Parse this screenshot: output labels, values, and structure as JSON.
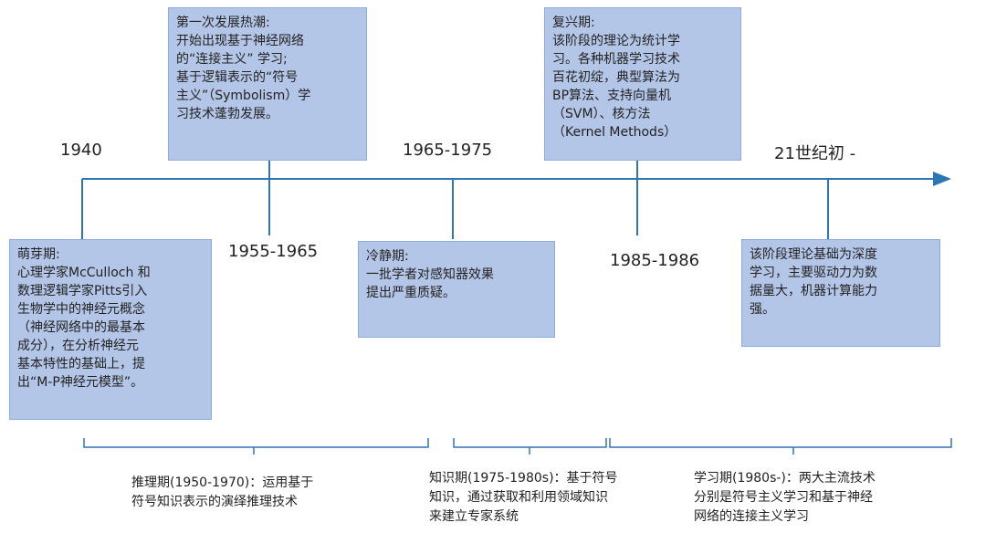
{
  "timeline": {
    "years": [
      "1940",
      "1955-1965",
      "1965-1975",
      "1985-1986",
      "21世纪初 -"
    ],
    "stages": [
      {
        "title": "萌芽期:",
        "text": "心理学家McCulloch 和\n数理逻辑学家Pitts引入\n生物学中的神经元概念\n（神经网络中的最基本\n成分），在分析神经元\n基本特性的基础上，提\n出“M-P神经元模型”。"
      },
      {
        "title": "第一次发展热潮:",
        "text": "开始出现基于神经网络\n的“连接主义” 学习;\n基于逻辑表示的“符号\n主义”（Symbolism）学\n习技术蓬勃发展。"
      },
      {
        "title": "冷静期:",
        "text": "一批学者对感知器效果\n提出严重质疑。"
      },
      {
        "title": "复兴期:",
        "text": "该阶段的理论为统计学\n习。各种机器学习技术\n百花初绽，典型算法为\nBP算法、支持向量机\n（SVM）、核方法\n（Kernel Methods）"
      },
      {
        "title": "",
        "text": "该阶段理论基础为深度\n学习，主要驱动力为数\n据量大，机器计算能力\n强。"
      }
    ],
    "periods": [
      {
        "text": "推理期(1950-1970)：运用基于\n符号知识表示的演绎推理技术"
      },
      {
        "text": "知识期(1975-1980s)：基于符号\n知识，通过获取和利用领域知识\n来建立专家系统"
      },
      {
        "text": "学习期(1980s-)：两大主流技术\n分别是符号主义学习和基于神经\n网络的连接主义学习"
      }
    ]
  },
  "colors": {
    "axis": "#2e75b6",
    "box_fill": "#b4c6e7",
    "box_border": "#8eaadb",
    "brace": "#2e75b6"
  }
}
